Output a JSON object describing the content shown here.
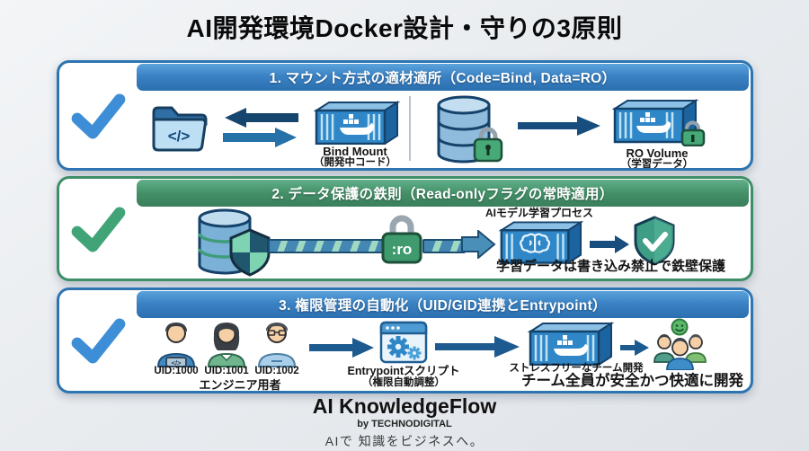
{
  "title": "AI開発環境Docker設計・守りの3原則",
  "colors": {
    "header_blue": "#2E74B0",
    "header_green": "#3E8E67",
    "check_blue": "#3D8ED6",
    "check_green": "#41A478",
    "container_blue": "#2F87C8",
    "lock_green": "#3F9A6E"
  },
  "panels": [
    {
      "header": "1. マウント方式の適材適所（Code=Bind, Data=RO）",
      "folder_code_glyph": "</>",
      "bind_mount": {
        "label": "Bind Mount",
        "sublabel": "（開発中コード）"
      },
      "ro_volume": {
        "label": "RO Volume",
        "sublabel": "（学習データ）"
      }
    },
    {
      "header": "2. データ保護の鉄則（Read-onlyフラグの常時適用）",
      "ro_flag": ":ro",
      "process_label": "AIモデル学習プロセス",
      "caption": "学習データは書き込み禁止で鉄壁保護"
    },
    {
      "header": "3. 権限管理の自動化（UID/GID連携とEntrypoint）",
      "laptop_glyph": "</>",
      "users": [
        {
          "uid": "UID:1000"
        },
        {
          "uid": "UID:1001"
        },
        {
          "uid": "UID:1002"
        }
      ],
      "users_label": "エンジニア用者",
      "entrypoint": {
        "label": "Entrypointスクリプト",
        "sublabel": "（権限自動調整）"
      },
      "team_label": "ストレスフリーなチーム開発",
      "caption": "チーム全員が安全かつ快適に開発"
    }
  ],
  "footer": {
    "brand": "AI KnowledgeFlow",
    "byline": "by TECHNODIGITAL",
    "tagline": "AIで 知識をビジネスへ。"
  }
}
